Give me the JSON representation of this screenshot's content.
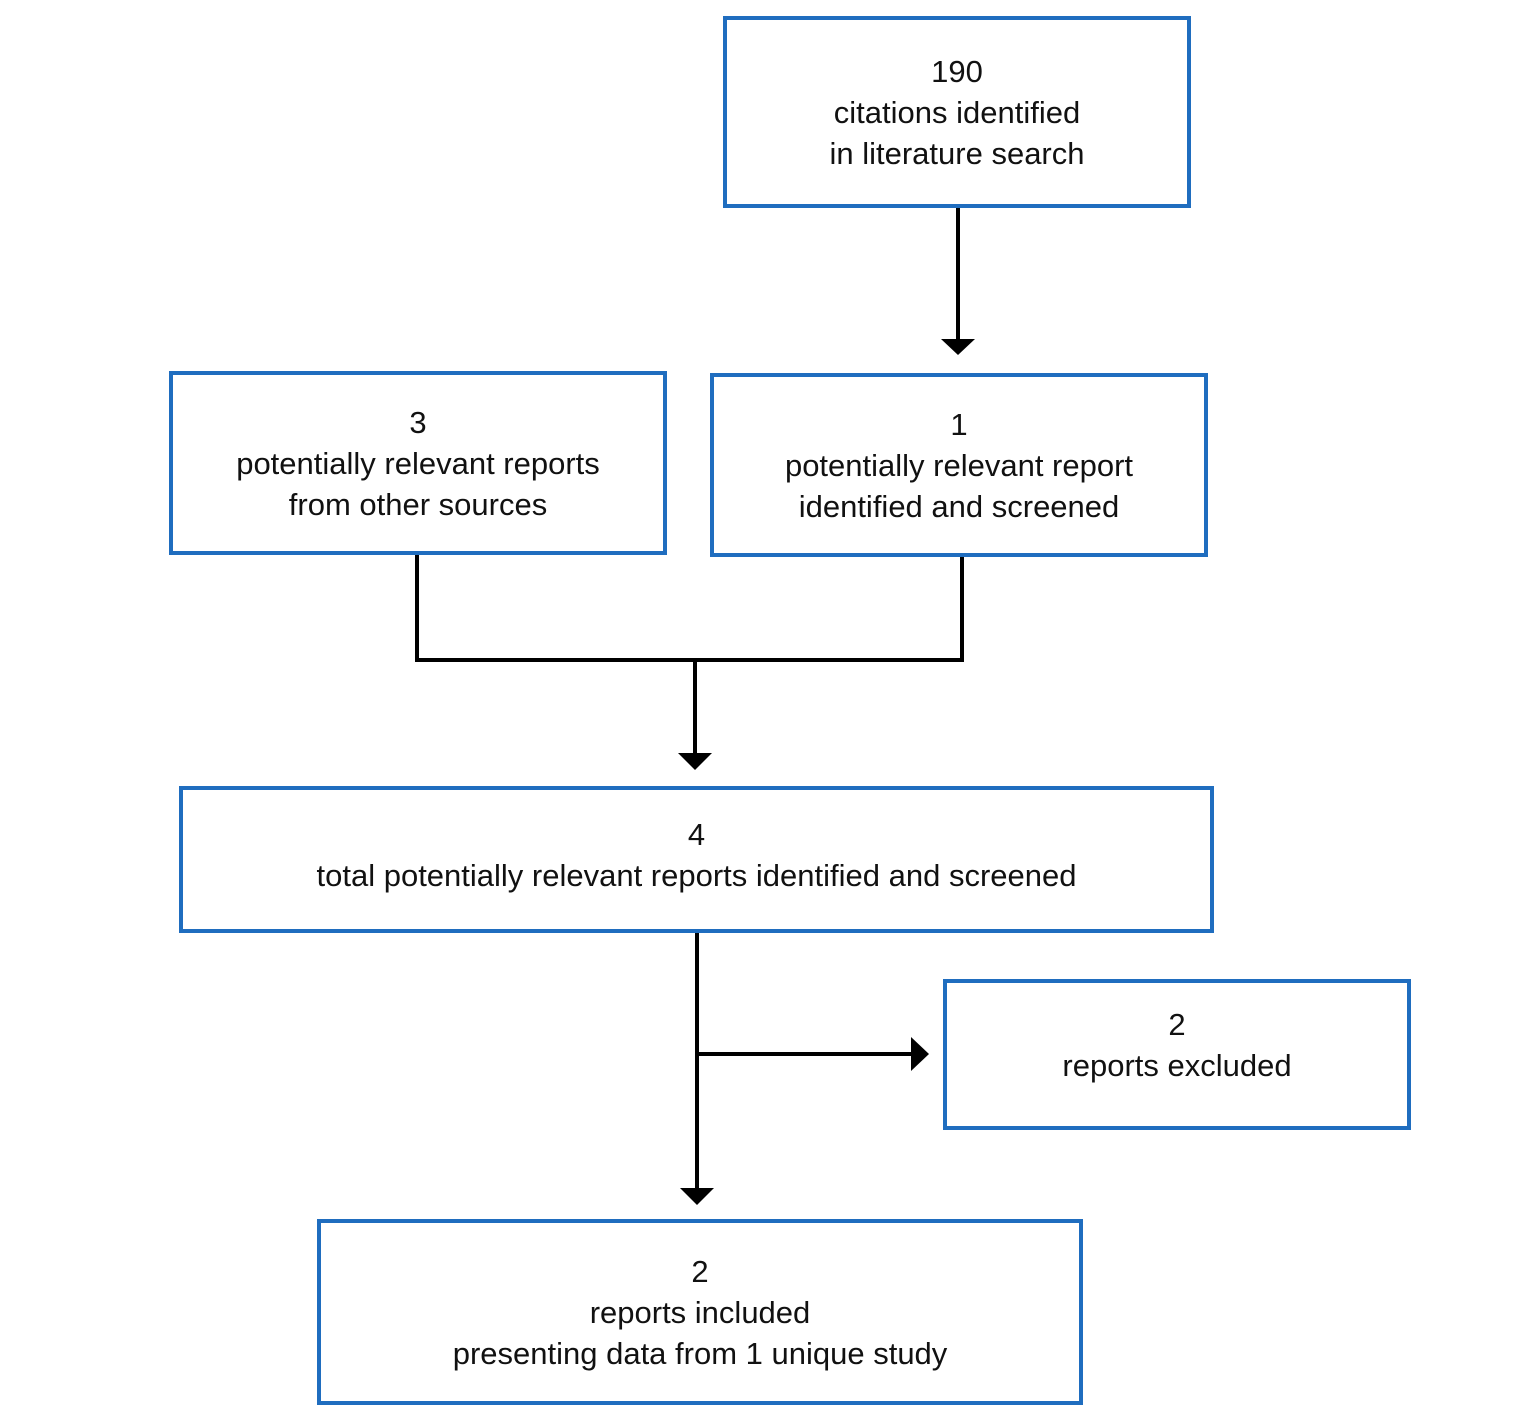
{
  "flowchart": {
    "search": {
      "count": "190",
      "line1": "citations identified",
      "line2": "in literature search"
    },
    "other_sources": {
      "count": "3",
      "line1": "potentially relevant reports",
      "line2": "from other sources"
    },
    "screened": {
      "count": "1",
      "line1": "potentially relevant report",
      "line2": "identified and screened"
    },
    "total": {
      "count": "4",
      "line1": "total potentially relevant reports identified and screened"
    },
    "excluded": {
      "count": "2",
      "line1": "reports excluded"
    },
    "included": {
      "count": "2",
      "line1": "reports included",
      "line2": "presenting data from 1 unique study"
    }
  },
  "colors": {
    "box_border": "#1f6dbf",
    "connector": "#000000"
  }
}
